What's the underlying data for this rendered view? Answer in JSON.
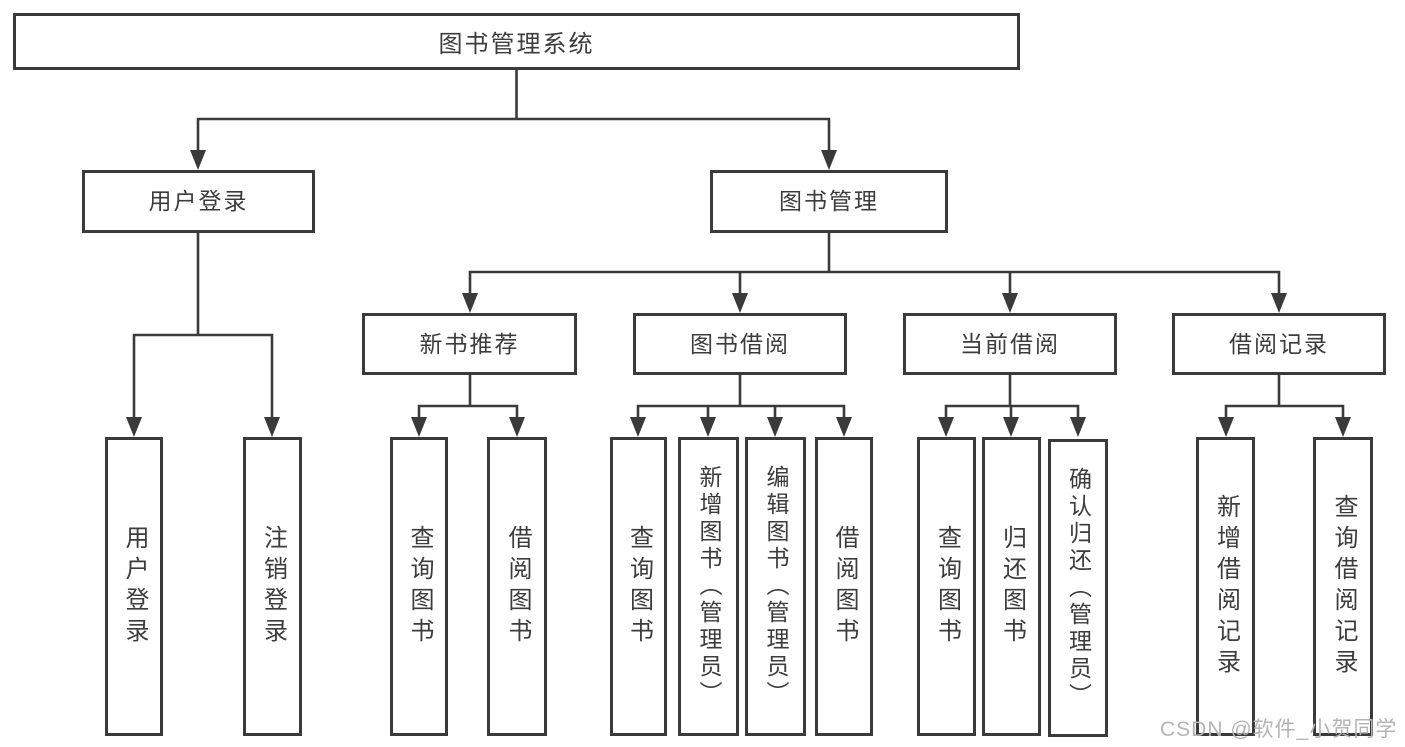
{
  "tree": {
    "root": "图书管理系统",
    "branches": [
      {
        "label": "用户登录",
        "children": [
          "用户登录",
          "注销登录"
        ]
      },
      {
        "label": "图书管理",
        "children": [
          {
            "label": "新书推荐",
            "children": [
              "查询图书",
              "借阅图书"
            ]
          },
          {
            "label": "图书借阅",
            "children": [
              "查询图书",
              "新增图书（管理员）",
              "编辑图书（管理员）",
              "借阅图书"
            ]
          },
          {
            "label": "当前借阅",
            "children": [
              "查询图书",
              "归还图书",
              "确认归还（管理员）"
            ]
          },
          {
            "label": "借阅记录",
            "children": [
              "新增借阅记录",
              "查询借阅记录"
            ]
          }
        ]
      }
    ]
  },
  "watermark": "CSDN @软件_小贺同学",
  "colors": {
    "line": "#3a3a3a",
    "border": "#3a3a3a",
    "text": "#3c3c3c",
    "watermark": "#b4b4b4",
    "background": "#ffffff"
  }
}
